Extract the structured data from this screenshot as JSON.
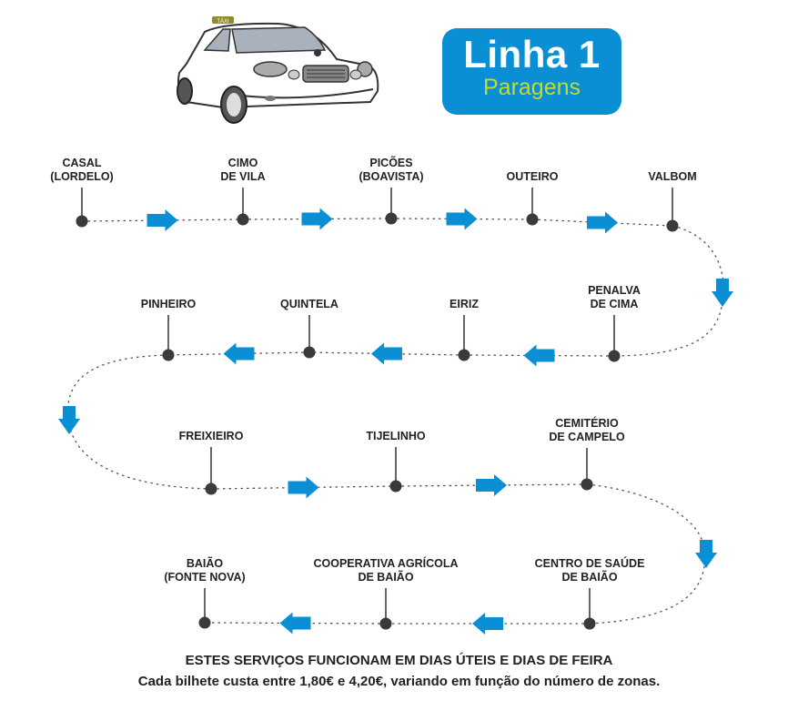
{
  "header": {
    "line_title": "Linha 1",
    "line_subtitle": "Paragens",
    "taxi_sign": "TÁXI",
    "badge_color": "#0a8fd4",
    "subtitle_color": "#c6da2a"
  },
  "route": {
    "arrow_color": "#0a8fd4",
    "stop_color": "#3a3a3a",
    "rows": [
      {
        "direction": "right",
        "stops": [
          {
            "lines": [
              "CASAL",
              "(LORDELO)"
            ]
          },
          {
            "lines": [
              "CIMO",
              "DE VILA"
            ]
          },
          {
            "lines": [
              "PICÕES",
              "(BOAVISTA)"
            ]
          },
          {
            "lines": [
              "OUTEIRO"
            ]
          },
          {
            "lines": [
              "VALBOM"
            ]
          }
        ]
      },
      {
        "direction": "left",
        "stops": [
          {
            "lines": [
              "PENALVA",
              "DE CIMA"
            ]
          },
          {
            "lines": [
              "EIRIZ"
            ]
          },
          {
            "lines": [
              "QUINTELA"
            ]
          },
          {
            "lines": [
              "PINHEIRO"
            ]
          }
        ]
      },
      {
        "direction": "right",
        "stops": [
          {
            "lines": [
              "FREIXIEIRO"
            ]
          },
          {
            "lines": [
              "TIJELINHO"
            ]
          },
          {
            "lines": [
              "CEMITÉRIO",
              "DE CAMPELO"
            ]
          }
        ]
      },
      {
        "direction": "left",
        "stops": [
          {
            "lines": [
              "CENTRO DE SAÚDE",
              "DE BAIÃO"
            ]
          },
          {
            "lines": [
              "COOPERATIVA AGRÍCOLA",
              "DE BAIÃO"
            ]
          },
          {
            "lines": [
              "BAIÃO",
              "(FONTE NOVA)"
            ]
          }
        ]
      }
    ]
  },
  "footer": {
    "line1": "ESTES SERVIÇOS FUNCIONAM EM DIAS ÚTEIS E DIAS DE FEIRA",
    "line2": "Cada bilhete custa entre 1,80€ e 4,20€, variando em função do número de zonas."
  }
}
